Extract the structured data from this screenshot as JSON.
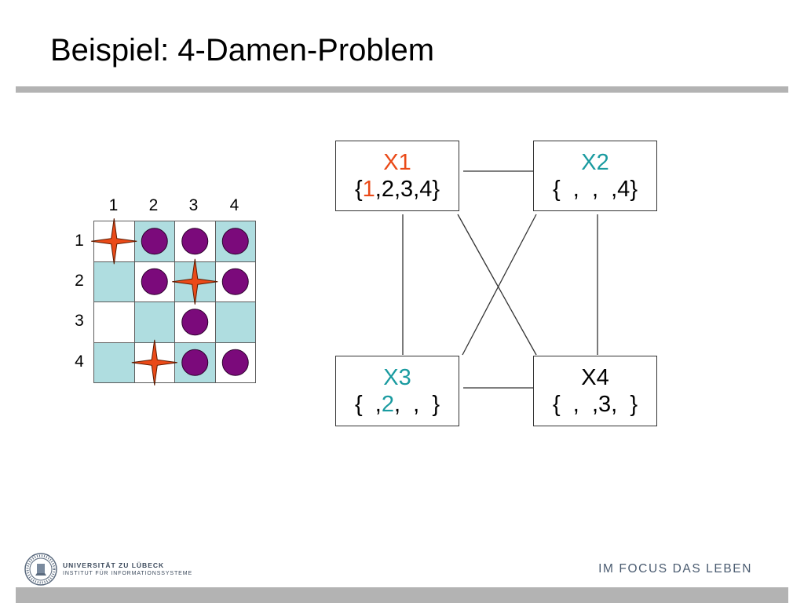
{
  "slide": {
    "title": "Beispiel: 4-Damen-Problem"
  },
  "board": {
    "column_labels": [
      "1",
      "2",
      "3",
      "4"
    ],
    "row_labels": [
      "1",
      "2",
      "3",
      "4"
    ],
    "square_colors": [
      [
        "white",
        "teal",
        "white",
        "teal"
      ],
      [
        "teal",
        "white",
        "teal",
        "white"
      ],
      [
        "white",
        "teal",
        "white",
        "teal"
      ],
      [
        "teal",
        "white",
        "teal",
        "white"
      ]
    ],
    "queens": [
      {
        "row": 1,
        "col": 1
      },
      {
        "row": 2,
        "col": 3
      },
      {
        "row": 4,
        "col": 2
      }
    ],
    "attacked": [
      {
        "row": 1,
        "col": 2
      },
      {
        "row": 1,
        "col": 3
      },
      {
        "row": 1,
        "col": 4
      },
      {
        "row": 2,
        "col": 2
      },
      {
        "row": 2,
        "col": 4
      },
      {
        "row": 3,
        "col": 3
      },
      {
        "row": 4,
        "col": 3
      },
      {
        "row": 4,
        "col": 4
      }
    ],
    "colors": {
      "teal_square": "#afdde0",
      "queen_star": "#ea4a18",
      "attacked_circle": "#7b0a7b"
    }
  },
  "csp_graph": {
    "variables": [
      {
        "id": "X1",
        "name": {
          "text": "X1",
          "color": "red"
        },
        "domain": [
          {
            "text": "{",
            "color": "black"
          },
          {
            "text": "1",
            "color": "red"
          },
          {
            "text": ",2,3,4}",
            "color": "black"
          }
        ]
      },
      {
        "id": "X2",
        "name": {
          "text": "X2",
          "color": "teal"
        },
        "domain": [
          {
            "text": "{  ,  ,  ,4}",
            "color": "black"
          }
        ]
      },
      {
        "id": "X3",
        "name": {
          "text": "X3",
          "color": "teal"
        },
        "domain": [
          {
            "text": "{  ,",
            "color": "black"
          },
          {
            "text": "2",
            "color": "teal"
          },
          {
            "text": ",  ,  }",
            "color": "black"
          }
        ]
      },
      {
        "id": "X4",
        "name": {
          "text": "X4",
          "color": "black"
        },
        "domain": [
          {
            "text": "{  ,  ,3,  }",
            "color": "black"
          }
        ]
      }
    ],
    "edges": [
      [
        "X1",
        "X2"
      ],
      [
        "X3",
        "X4"
      ],
      [
        "X1",
        "X3"
      ],
      [
        "X2",
        "X4"
      ],
      [
        "X1",
        "X4"
      ],
      [
        "X2",
        "X3"
      ]
    ]
  },
  "footer": {
    "university": "UNIVERSITÄT ZU LÜBECK",
    "institute": "INSTITUT FÜR INFORMATIONSSYSTEME",
    "slogan": "IM FOCUS DAS LEBEN"
  }
}
